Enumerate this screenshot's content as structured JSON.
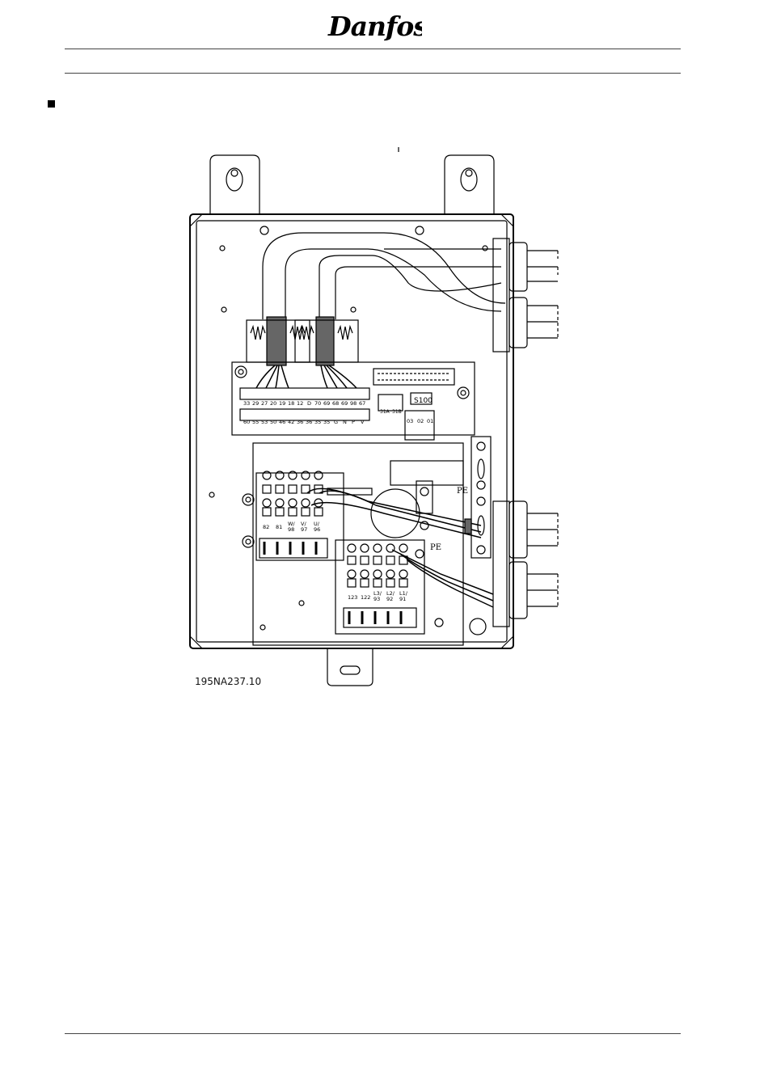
{
  "header": {
    "logo_text": "Danfoss"
  },
  "figure": {
    "id_label": "195NA237.10",
    "switch_label": "S100",
    "pe_labels": [
      "PE",
      "PE"
    ],
    "control_terminals_top": [
      "33",
      "29",
      "27",
      "20",
      "19",
      "18",
      "12",
      "D",
      "70",
      "69",
      "68",
      "69",
      "98",
      "67"
    ],
    "control_terminals_bottom": [
      "60",
      "55",
      "53",
      "50",
      "46",
      "42",
      "36",
      "36",
      "35",
      "35",
      "G",
      "N",
      "P",
      "V"
    ],
    "relay_labels": [
      "31A",
      "31B"
    ],
    "relay_numbers": [
      "03",
      "02",
      "01"
    ],
    "motor_terminals": [
      "82",
      "81",
      "W/\n98",
      "V/\n97",
      "U/\n96"
    ],
    "mains_terminals": [
      "123",
      "122",
      "L3/\n93",
      "L2/\n92",
      "L1/\n91"
    ]
  }
}
